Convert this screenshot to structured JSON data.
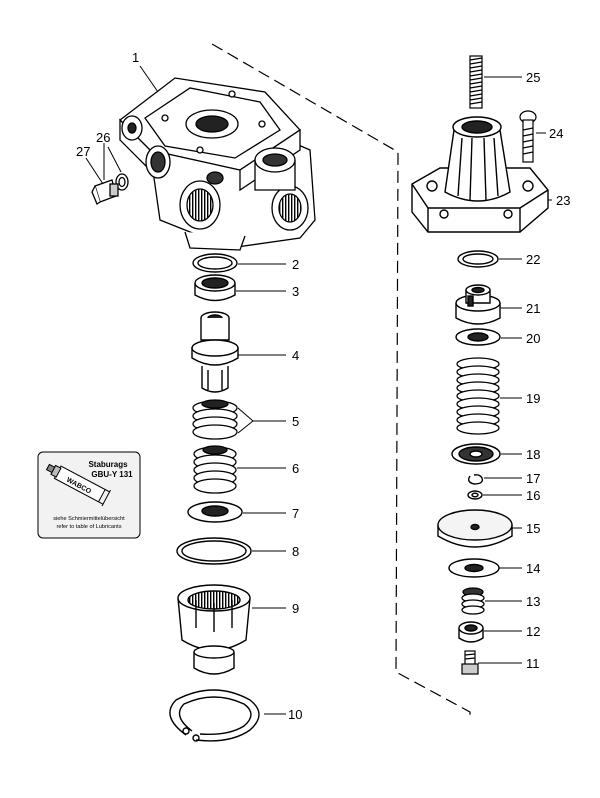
{
  "diagram": {
    "part_numbers": [
      "1",
      "2",
      "3",
      "4",
      "5",
      "6",
      "7",
      "8",
      "9",
      "10",
      "11",
      "12",
      "13",
      "14",
      "15",
      "16",
      "17",
      "18",
      "19",
      "20",
      "21",
      "22",
      "23",
      "24",
      "25",
      "26",
      "27"
    ]
  },
  "lubricant_box": {
    "product_line1": "Staburags",
    "product_line2": "GBU-Y 131",
    "tube_brand": "WABCO",
    "note_line1": "siehe Schmiermittelübersicht",
    "note_line2": "refer to table of Lubricants"
  },
  "colors": {
    "line": "#000000",
    "paper": "#ffffff",
    "label_box": "#f2f2f2"
  }
}
